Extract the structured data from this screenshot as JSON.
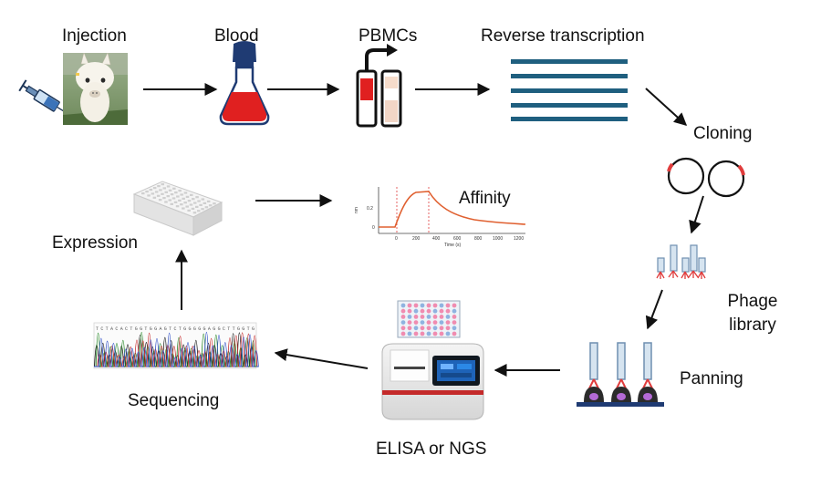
{
  "steps": {
    "injection": "Injection",
    "blood": "Blood",
    "pbmcs": "PBMCs",
    "reverse_transcription": "Reverse transcription",
    "cloning": "Cloning",
    "phage_library_line1": "Phage",
    "phage_library_line2": "library",
    "panning": "Panning",
    "elisa_ngs": "ELISA or NGS",
    "sequencing": "Sequencing",
    "expression": "Expression",
    "affinity": "Affinity"
  },
  "affinity_plot": {
    "xlabel": "Time (s)",
    "ylabel": "nm",
    "x_ticks": [
      "0",
      "200",
      "400",
      "600",
      "800",
      "1000",
      "1200"
    ],
    "y_ticks": [
      "0.2",
      "0"
    ]
  },
  "sequencing_trace": {
    "bases": "TCTACACTGGTGGAGTCTGGGGGAGGCTTGGTG"
  },
  "colors": {
    "arrow": "#111111",
    "blood_red": "#e02020",
    "flask_cap": "#1f3b73",
    "cdna_lines": "#1f5f7f",
    "plasmid_marker": "#e03c3c",
    "affinity_curve": "#e06030"
  }
}
